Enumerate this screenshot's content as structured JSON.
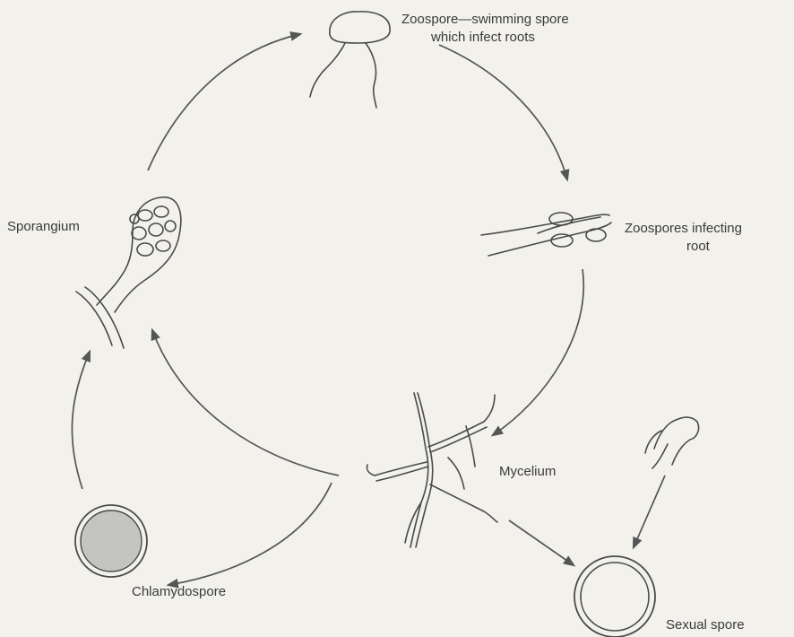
{
  "labels": {
    "zoospore_line1": "Zoospore—swimming spore",
    "zoospore_line2": "which infect roots",
    "infecting_line1": "Zoospores infecting",
    "infecting_line2": "root",
    "mycelium": "Mycelium",
    "sporangium": "Sporangium",
    "chlamydospore": "Chlamydospore",
    "sexual_spore": "Sexual spore"
  }
}
